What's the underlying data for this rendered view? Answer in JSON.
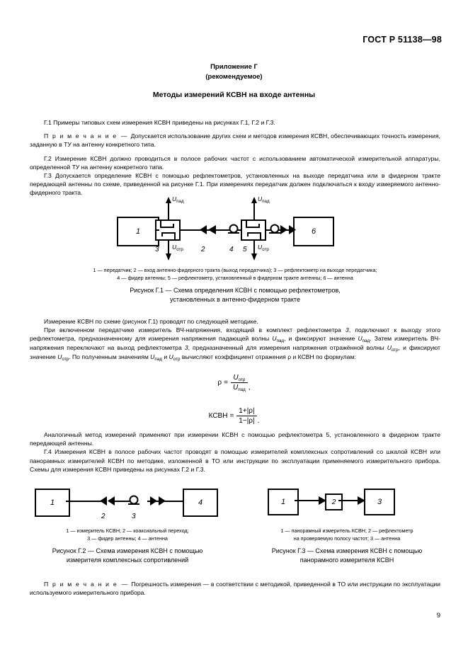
{
  "header": {
    "standard": "ГОСТ Р 51138—98"
  },
  "appendix": {
    "label": "Приложение Г",
    "status": "(рекомендуемое)",
    "title": "Методы измерений КСВН на входе антенны"
  },
  "paragraphs": {
    "g1": "Г.1 Примеры типовых схем измерения КСВН приведены на рисунках Г.1, Г.2 и Г.3.",
    "note1_label": "П р и м е ч а н и е",
    "note1_dash": "—",
    "note1_text": "Допускается использование других схем и методов измерения КСВН, обеспечивающих точность измерения, заданную в ТУ на антенну конкретного типа.",
    "g2": "Г.2 Измерение КСВН должно проводиться в полосе рабочих частот с использованием автоматической измерительной аппаратуры, определенной ТУ на антенну конкретного типа.",
    "g3": "Г.3 Допускается определение КСВН с помощью рефлектометров, установленных на выходе передатчика или в фидерном тракте передающей антенны по схеме, приведенной на рисунке Г.1. При измерениях передатчик должен подключаться к входу измеряемого антенно-фидерного тракта.",
    "method_intro": "Измерение КСВН по схеме (рисунок Г.1) проводят по следующей методике.",
    "method_body_1": "При включенном передатчике измеритель ВЧ-напряжения, входящий в комплект рефлектометра ",
    "method_body_2": ", подключают к выходу этого рефлектометра, предназначенному для измерения напряжения падающей волны ",
    "method_body_3": ", и фиксируют значение ",
    "method_body_4": ". Затем измеритель ВЧ-напряжения переключают на выход рефлектометра ",
    "method_body_5": ", предназначенный для измерения напряжения отражённой волны ",
    "method_body_6": ", и фиксируют значение ",
    "method_body_7": ". По полученным значениям ",
    "method_body_8": " и ",
    "method_body_9": " вычисляют коэффициент отражения ρ и КСВН по формулам:",
    "analog": "Аналогичный метод измерений применяют при измерении КСВН с помощью рефлектометра 5, установленного в фидерном тракте передающей антенны.",
    "g4": "Г.4 Измерения КСВН в полосе рабочих частот проводят в помощью измерителей комплексных сопротивлений со шкалой КСВН или панорамных измерителей КСВН по методике, изложенной в ТО или инструкции по эксплуатации применяемого измерительного прибора. Схемы для измерения КСВН приведены на рисунках Г.2 и Г.3.",
    "note2_label": "П р и м е ч а н и е",
    "note2_dash": "—",
    "note2_text": "Погрешность измерения — в соответствии с методикой, приведенной в ТО или инструкции по эксплуатации используемого измерительного прибора."
  },
  "symbols": {
    "U": "U",
    "sub_pad": "пад",
    "sub_otr": "отр",
    "rho": "ρ",
    "reflectometer_ref": "3",
    "ksvn": "КСВН",
    "eq": "=",
    "comma": ",",
    "period": ".",
    "one_plus": "1+",
    "one_minus": "1−",
    "abs_rho": "|ρ|"
  },
  "figure1": {
    "boxes": [
      {
        "id": "1",
        "label": "1"
      },
      {
        "id": "6",
        "label": "6"
      }
    ],
    "node_labels": [
      "3",
      "2",
      "4",
      "5"
    ],
    "u_incident": "U",
    "u_incident_sub": "пад",
    "u_reflected": "U",
    "u_reflected_sub": "отр",
    "legend_line1": "1 — передатчик; 2 — вход антенно-фидерного тракта (выход передатчика); 3 — рефлектометр на выходе передатчика;",
    "legend_line2": "4 — фидер антенны; 5 — рефлектометр, установленный в фидерном тракте антенны; 6 — антенна",
    "caption_line1": "Рисунок Г.1 — Схема определения КСВН с помощью рефлектометров,",
    "caption_line2": "установленных в антенно-фидерном тракте"
  },
  "figure2": {
    "boxes": [
      {
        "id": "1",
        "label": "1"
      },
      {
        "id": "4",
        "label": "4"
      }
    ],
    "node_labels": [
      "2",
      "3"
    ],
    "legend_line1": "1 — измеритель КСВН; 2 — коаксиальный переход;",
    "legend_line2": "3 — фидер антенны; 4 — антенна",
    "caption_line1": "Рисунок Г.2 — Схема измерения КСВН с помощью",
    "caption_line2": "измерителя комплексных сопротивлений"
  },
  "figure3": {
    "boxes": [
      {
        "id": "1",
        "label": "1"
      },
      {
        "id": "2",
        "label": "2"
      },
      {
        "id": "3",
        "label": "3"
      }
    ],
    "legend_line1": "1 — панорамный измеритель КСВН; 2 — рефлектометр",
    "legend_line2": "на проверяемую полосу частот; 3 — антенна",
    "caption_line1": "Рисунок Г.3 — Схема измерения КСВН с помощью",
    "caption_line2": "панорамного измерителя КСВН"
  },
  "footer": {
    "page_number": "9"
  },
  "colors": {
    "ink": "#000000",
    "paper": "#ffffff"
  }
}
